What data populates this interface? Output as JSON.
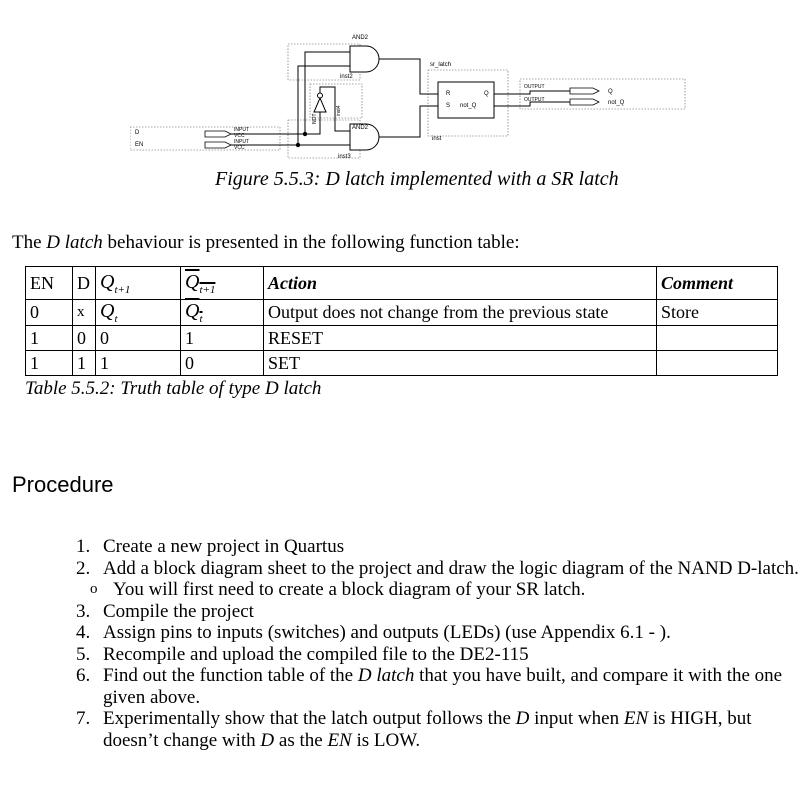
{
  "schematic": {
    "top_gate_label": "AND2",
    "top_gate_inst": "inst2",
    "bottom_gate_label": "AND2",
    "bottom_gate_inst": "inst3",
    "not_gate_label": "NOT",
    "not_gate_inst": "inst4",
    "sr_name": "sr_latch",
    "sr_inst": "inst",
    "sr_pins": {
      "r": "R",
      "s": "S",
      "q": "Q",
      "nq": "not_Q"
    },
    "input_d_name": "D",
    "input_en_name": "EN",
    "input_tag": "INPUT",
    "vcc_tag": "VCC",
    "output_tag": "OUTPUT",
    "output_q_name": "Q",
    "output_nq_name": "not_Q"
  },
  "figure_caption": "Figure 5.5.3: D latch implemented with a SR latch",
  "intro": {
    "before": "The ",
    "emph": "D latch",
    "after": " behaviour is presented in the following function table:"
  },
  "table": {
    "headers": {
      "en": "EN",
      "d": "D",
      "q_next": "Q",
      "q_next_sub": "t+1",
      "nq_next": "Q",
      "nq_next_sub": "t+1",
      "action": "Action",
      "comment": "Comment"
    },
    "rows": [
      {
        "en": "0",
        "d": "x",
        "q": "Q",
        "q_sub": "t",
        "nq": "Q",
        "nq_sub": "t",
        "action": "Output does not change from the previous state",
        "comment": "Store"
      },
      {
        "en": "1",
        "d": "0",
        "q": "0",
        "nq": "1",
        "action": "RESET",
        "comment": ""
      },
      {
        "en": "1",
        "d": "1",
        "q": "1",
        "nq": "0",
        "action": "SET",
        "comment": ""
      }
    ]
  },
  "table_caption": "Table 5.5.2: Truth table of type D latch",
  "procedure_heading": "Procedure",
  "steps": [
    {
      "num": "1.",
      "text": "Create a new project in Quartus"
    },
    {
      "num": "2.",
      "text": "Add a block diagram sheet to the project and draw the logic diagram of the NAND D-latch."
    },
    {
      "num": "o",
      "text": "You will first need to create a block diagram of your SR latch.",
      "sub": true
    },
    {
      "num": "3.",
      "text": "Compile the project"
    },
    {
      "num": "4.",
      "text": "Assign pins to inputs (switches) and outputs (LEDs) (use Appendix 6.1 - )."
    },
    {
      "num": "5.",
      "text": "Recompile and upload the compiled file to the DE2-115"
    },
    {
      "num": "6.",
      "parts": [
        {
          "t": "Find out the function table of the "
        },
        {
          "t": "D latch",
          "i": true
        },
        {
          "t": " that you have built, and compare it with the one given above."
        }
      ]
    },
    {
      "num": "7.",
      "parts": [
        {
          "t": "Experimentally show that the latch output follows the "
        },
        {
          "t": "D",
          "i": true
        },
        {
          "t": " input when "
        },
        {
          "t": "EN",
          "i": true
        },
        {
          "t": " is HIGH, but doesn’t change with "
        },
        {
          "t": "D",
          "i": true
        },
        {
          "t": " as the "
        },
        {
          "t": "EN",
          "i": true
        },
        {
          "t": " is LOW."
        }
      ]
    }
  ]
}
